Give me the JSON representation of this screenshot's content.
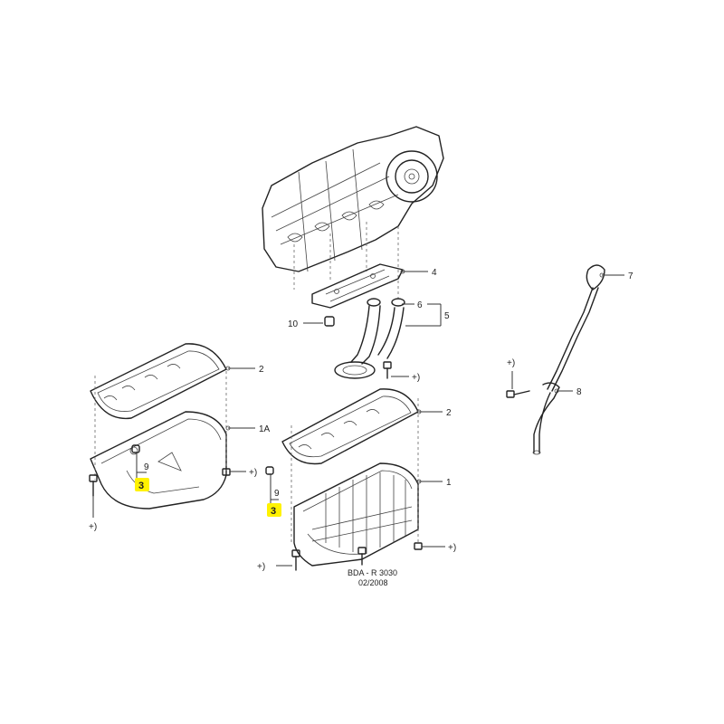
{
  "callouts": {
    "c1": "1",
    "c1a": "1A",
    "c2_left": "2",
    "c2_right": "2",
    "c3_left": "3",
    "c3_right": "3",
    "c4": "4",
    "c5": "5",
    "c6": "6",
    "c7": "7",
    "c8": "8",
    "c9_left": "9",
    "c9_right": "9",
    "c10": "10"
  },
  "fastener_marks": {
    "m_left_pan": "+)",
    "m_left_bolt": "+)",
    "m_center_bolt": "+)",
    "m_right_pan": "+)",
    "m_right_pan_bottom": "+)",
    "m_dipstick": "+)"
  },
  "reference": {
    "code": "BDA - R 3030",
    "date": "02/2008"
  },
  "colors": {
    "highlight": "#fff200",
    "line": "#222222"
  }
}
